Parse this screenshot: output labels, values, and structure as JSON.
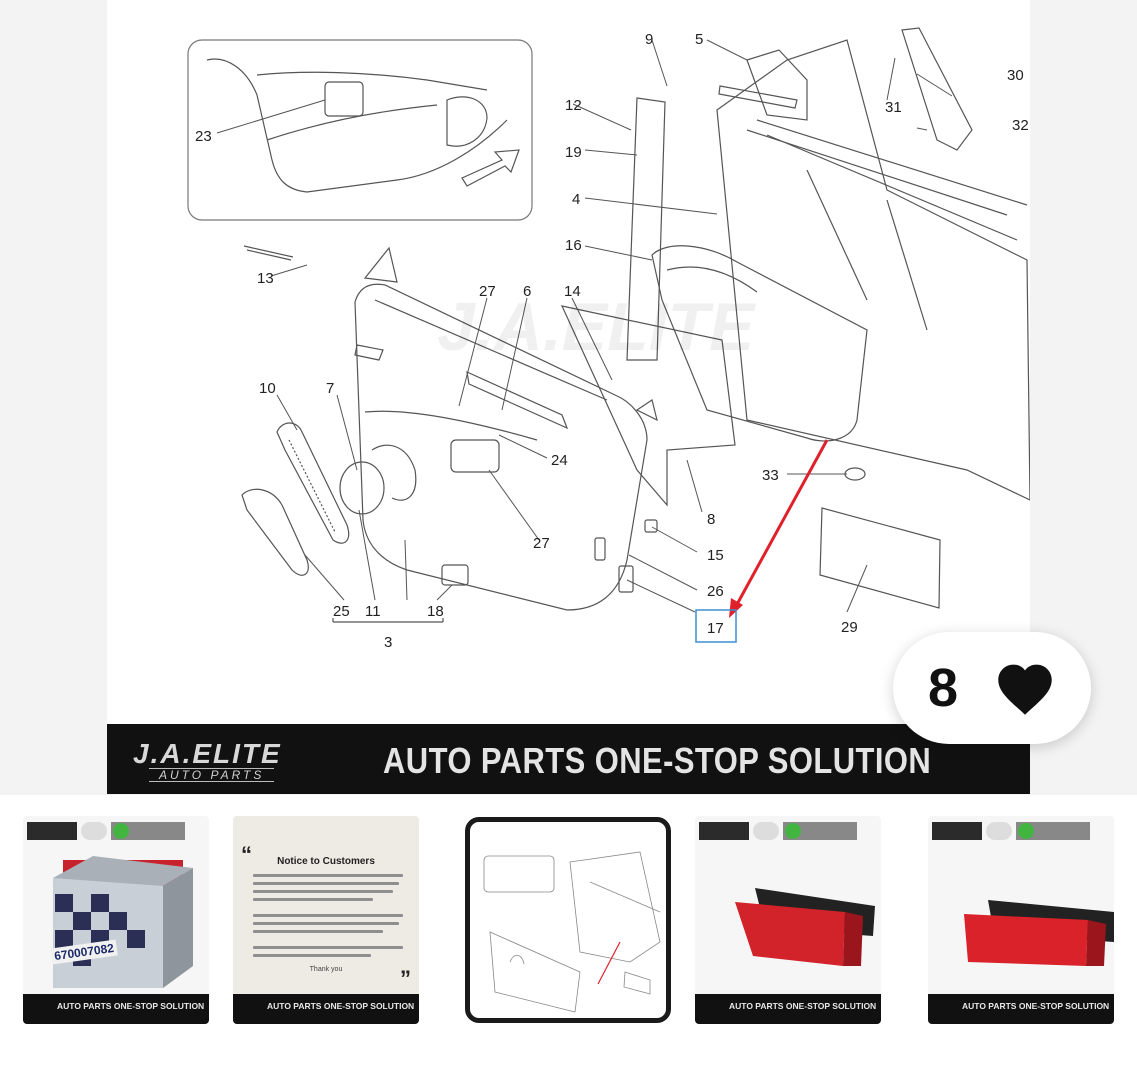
{
  "main_image": {
    "callouts": [
      "9",
      "5",
      "30",
      "31",
      "32",
      "12",
      "19",
      "4",
      "16",
      "23",
      "13",
      "27",
      "6",
      "14",
      "10",
      "7",
      "24",
      "8",
      "27",
      "33",
      "15",
      "26",
      "25",
      "11",
      "18",
      "17",
      "29",
      "3"
    ],
    "highlighted_callout": "17",
    "colors": {
      "arrow": "#e0202a",
      "highlight_box": "#3b8fd0",
      "banner_bg": "#111111"
    }
  },
  "banner": {
    "logo_main": "J.A.ELITE",
    "logo_sub": "AUTO PARTS",
    "tagline": "AUTO PARTS ONE-STOP SOLUTION"
  },
  "likes": {
    "count": "8",
    "icon": "heart-icon"
  },
  "thumbnails": [
    {
      "label": "AUTO PARTS ONE-STOP SOLUTION",
      "part_number": "670007082",
      "kind": "box-photo"
    },
    {
      "label": "AUTO PARTS ONE-STOP SOLUTION",
      "notice_title": "Notice to Customers",
      "closing": "Thank you",
      "kind": "notice"
    },
    {
      "kind": "diagram",
      "selected": true
    },
    {
      "label": "AUTO PARTS ONE-STOP SOLUTION",
      "kind": "lamp-photo"
    },
    {
      "label": "AUTO PARTS ONE-STOP SOLUTION",
      "kind": "lamp-photo"
    }
  ]
}
